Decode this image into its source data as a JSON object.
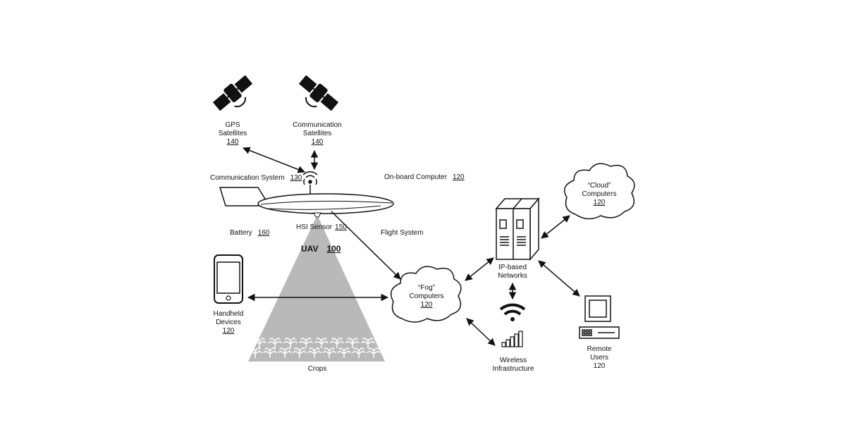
{
  "labels": {
    "gps": {
      "line1": "GPS",
      "line2": "Satellites",
      "ref": "140"
    },
    "comm_sat": {
      "line1": "Communication",
      "line2": "Satellites",
      "ref": "140"
    },
    "comm_system": {
      "text": "Communication System",
      "ref": "130"
    },
    "onboard_computer": {
      "text": "On-board Computer",
      "ref": "120"
    },
    "battery": {
      "text": "Battery",
      "ref": "160"
    },
    "hsi_sensor": {
      "text": "HSI Sensor",
      "ref": "150"
    },
    "flight_system": {
      "text": "Flight System"
    },
    "uav": {
      "text": "UAV",
      "ref": "100"
    },
    "handheld": {
      "line1": "Handheld",
      "line2": "Devices",
      "ref": "120"
    },
    "crops": {
      "text": "Crops"
    },
    "fog": {
      "line1": "“Fog”",
      "line2": "Computers",
      "ref": "120"
    },
    "ip_networks": {
      "line1": "IP-based",
      "line2": "Networks"
    },
    "cloud": {
      "line1": "“Cloud”",
      "line2": "Computers",
      "ref": "120"
    },
    "wireless": {
      "line1": "Wireless",
      "line2": "Infrastructure"
    },
    "remote": {
      "line1": "Remote",
      "line2": "Users",
      "ref": "120"
    }
  },
  "colors": {
    "line": "#111111",
    "cone": "#b9b9b9",
    "fill_dark": "#111111",
    "fill_light": "#ffffff"
  }
}
